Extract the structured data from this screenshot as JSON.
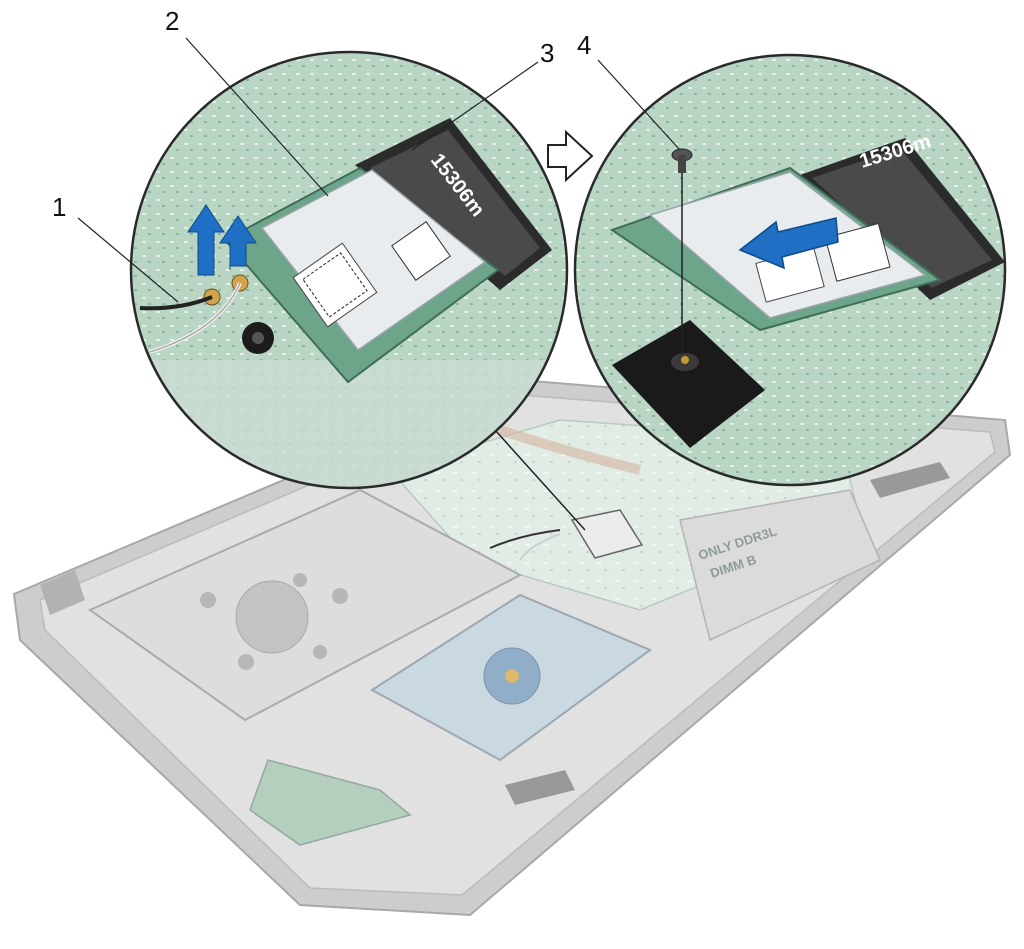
{
  "callouts": [
    {
      "label": "1"
    },
    {
      "label": "2"
    },
    {
      "label": "3"
    },
    {
      "label": "4"
    }
  ],
  "board_text": {
    "slot_marking_left": "15306m",
    "slot_marking_right": "15306m",
    "dimm_label_line1": "ONLY DDR3L",
    "dimm_label_line2": "DIMM B"
  },
  "colors": {
    "arrow_blue": "#1f6fc4",
    "pcb_green": "#a8cbb8",
    "pcb_dark": "#7fa894",
    "chassis_gray": "#9a9a9a",
    "callout_line": "#222222"
  },
  "icons": {
    "direction_arrow": "outline-right-arrow-icon",
    "lift_arrows": "up-arrow-icon",
    "slide_arrow": "slide-left-arrow-icon"
  }
}
